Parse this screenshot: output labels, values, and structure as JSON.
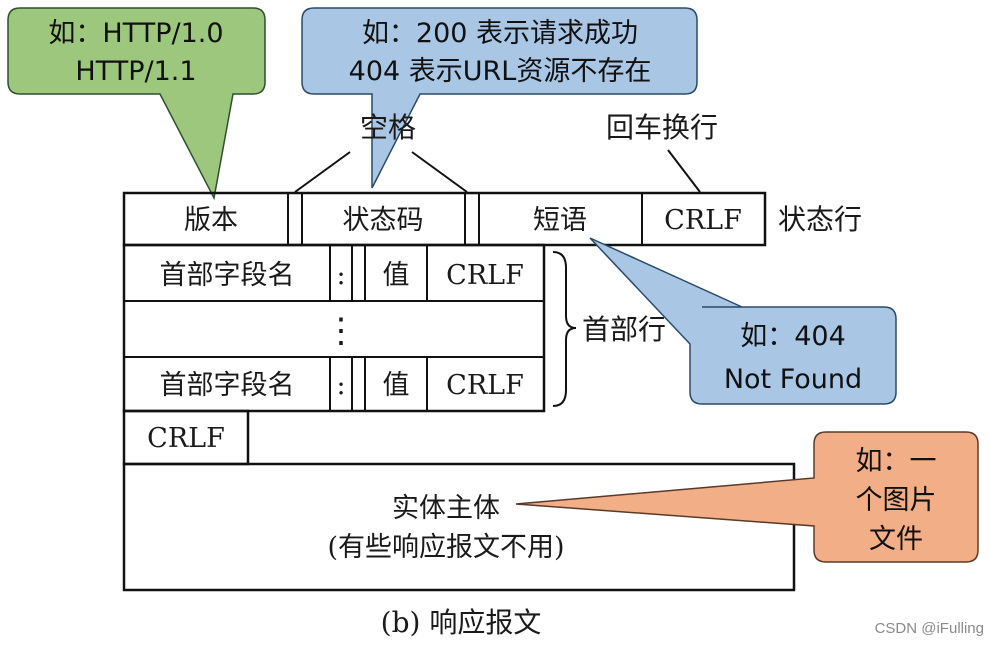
{
  "callouts": {
    "version": {
      "lines": [
        "如：HTTP/1.0",
        "HTTP/1.1"
      ],
      "fill": "#9dc77d",
      "stroke": "#2f4f2f"
    },
    "status_code": {
      "lines": [
        "如：200 表示请求成功",
        "404 表示URL资源不存在"
      ],
      "fill": "#a9c6e5",
      "stroke": "#2a4a6a"
    },
    "phrase": {
      "lines": [
        "如：404",
        "Not Found"
      ],
      "fill": "#a9c6e5",
      "stroke": "#2a4a6a"
    },
    "body": {
      "lines": [
        "如：一",
        "个图片",
        "文件"
      ],
      "fill": "#f2ae86",
      "stroke": "#5a3a2a"
    }
  },
  "labels": {
    "space": "空格",
    "crlf_top": "回车换行",
    "status_line": "状态行",
    "header_lines": "首部行",
    "caption": "(b) 响应报文"
  },
  "status_line": {
    "version": "版本",
    "status_code": "状态码",
    "phrase": "短语",
    "crlf": "CRLF"
  },
  "header_row": {
    "field_name": "首部字段名",
    "colon": ":",
    "value": "值",
    "crlf": "CRLF"
  },
  "ellipsis": "⋮",
  "blank_line": {
    "crlf": "CRLF"
  },
  "entity_body": {
    "title": "实体主体",
    "note": "(有些响应报文不用)"
  },
  "watermark": "CSDN @iFulling"
}
